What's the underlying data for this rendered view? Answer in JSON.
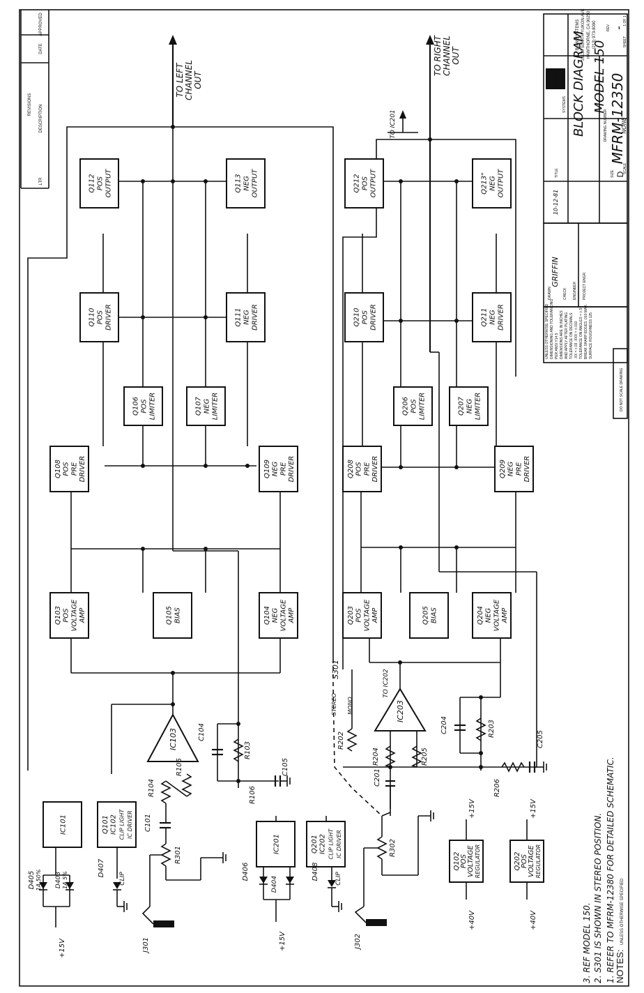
{
  "blocks": {
    "q112": [
      "Q112",
      "POS",
      "OUTPUT"
    ],
    "q113": [
      "Q113",
      "NEG",
      "OUTPUT"
    ],
    "q110": [
      "Q110",
      "POS",
      "DRIVER"
    ],
    "q111": [
      "Q111",
      "NEG",
      "DRIVER"
    ],
    "q106": [
      "Q106",
      "POS",
      "LIMITER"
    ],
    "q107": [
      "Q107",
      "NEG",
      "LIMITER"
    ],
    "q108": [
      "Q108",
      "POS",
      "PRE",
      "DRIVER"
    ],
    "q109": [
      "Q109",
      "NEG",
      "PRE",
      "DRIVER"
    ],
    "q103": [
      "Q103",
      "POS",
      "VOLTAGE",
      "AMP"
    ],
    "q105": [
      "Q105",
      "BIAS"
    ],
    "q104": [
      "Q104",
      "NEG",
      "VOLTAGE",
      "AMP"
    ],
    "ic101": [
      "IC101"
    ],
    "ic102": [
      "Q101",
      "IC102",
      "CLIP LIGHT",
      "IC DRIVER"
    ],
    "q212": [
      "Q212",
      "POS",
      "OUTPUT"
    ],
    "q213": [
      "Q213\"",
      "NEG",
      "OUTPUT"
    ],
    "q210": [
      "Q210",
      "POS",
      "DRIVER"
    ],
    "q211": [
      "Q211",
      "NEG",
      "DRIVER"
    ],
    "q206": [
      "Q206",
      "POS",
      "LIMITER"
    ],
    "q207": [
      "Q207",
      "NEG",
      "LIMITER"
    ],
    "q208": [
      "Q208",
      "POS",
      "PRE",
      "DRIVER"
    ],
    "q209": [
      "Q209",
      "NEG",
      "PRE",
      "DRIVER"
    ],
    "q203": [
      "Q203",
      "POS",
      "VOLTAGE",
      "AMP"
    ],
    "q205": [
      "Q205",
      "BIAS"
    ],
    "q204": [
      "Q204",
      "NEG",
      "VOLTAGE",
      "AMP"
    ],
    "ic201": [
      "IC201"
    ],
    "ic202": [
      "Q201",
      "IC202",
      "CLIP LIGHT",
      "IC DRIVER"
    ],
    "q102": [
      "Q102",
      "POS",
      "VOLTAGE",
      "REGULATOR"
    ],
    "q202": [
      "Q202",
      "POS",
      "VOLTAGE",
      "REGULATOR"
    ]
  },
  "labels": {
    "left_out": [
      "TO LEFT",
      "CHANNEL",
      "OUT"
    ],
    "right_out": [
      "TO RIGHT",
      "CHANNEL",
      "OUT"
    ],
    "to_ic201": "TO IC201",
    "to_ic202": "TO IC202",
    "ic103": "IC103",
    "ic203": "IC203",
    "c104": "C104",
    "c105": "C105",
    "c101": "C101",
    "c201": "C201",
    "c204": "C204",
    "c205": "C205",
    "r103": "R103",
    "r104": "R104",
    "r105": "R105",
    "r106": "R106",
    "r202": "R202",
    "r203": "R203",
    "r204": "R204",
    "r205": "R205",
    "r206": "R206",
    "r301": "R301",
    "r302": "R302",
    "s301": "S301",
    "stereo": "STEREO",
    "mono": "MONO",
    "j301": "J301",
    "j302": "J302",
    "d405": "D405",
    "d403": "D403",
    "d407": "D407",
    "d406": "D406",
    "d404": "D404",
    "d408": "D408",
    "clip": "CLIP",
    "plus15v": "+15V",
    "plus40v": "+40V",
    "d405_val": "1A 50%",
    "d403_val": "1A 5%"
  },
  "notes": {
    "heading": "NOTES:",
    "sub": "UNLESS OTHERWISE SPECIFIED",
    "n1": "1. REFER TO MFRM-12380 FOR DETAILED SCHEMATIC.",
    "n2": "2. S301 IS SHOWN IN STEREO POSITION.",
    "n3": "3. REF MODEL 150."
  },
  "title_block": {
    "revisions": "REVISIONS",
    "ltr": "LTR",
    "description": "DESCRIPTION",
    "date": "DATE",
    "approved": "APPROVED",
    "company": [
      "BGW SYSTEMS",
      "13130 SOUTH YUKON AVE",
      "HAWTHORNE, CA 90250",
      "(213) 973-8090"
    ],
    "logo": "BGW",
    "logo_sub": "SYSTEMS",
    "title_label": "TITLE",
    "title1": "BLOCK DIAGRAM",
    "title2": "MODEL 150",
    "size_label": "SIZE",
    "size": "D",
    "drawing_no_label": "DRAWING NUMBER",
    "drawing_no": "MFRM-12350",
    "rev_label": "REV",
    "rev": "-",
    "scale_label": "SCALE",
    "scale": "NONE",
    "sheet_label": "SHEET",
    "sheet": "1 OF 1",
    "drawn_label": "DRAWN",
    "drawn": "GRIFFIN",
    "drawn_date": "10-12-81",
    "check_label": "CHECK",
    "engineer_label": "ENGINEER",
    "project_label": "PROJECT ENGR.",
    "tolerances": [
      "UNLESS OTHERWISE SPECIFIED",
      "DIMENSIONING AND TOLERANCING",
      "PER ANSI Y14.5",
      "DIMENSIONS ARE IN INCHES",
      "AND APPLY AFTER PLATING",
      "TOLERANCE ON DECIMALS:",
      ".XX = ±.03   .XXX = ±.010",
      "TOLERANCE ON ANGLES = ±.5°",
      "BREAK SHARP EDGES .010 MAX.",
      "SURFACE ROUGHNESS 125"
    ],
    "do_not_scale": "DO NOT SCALE DRAWING"
  }
}
